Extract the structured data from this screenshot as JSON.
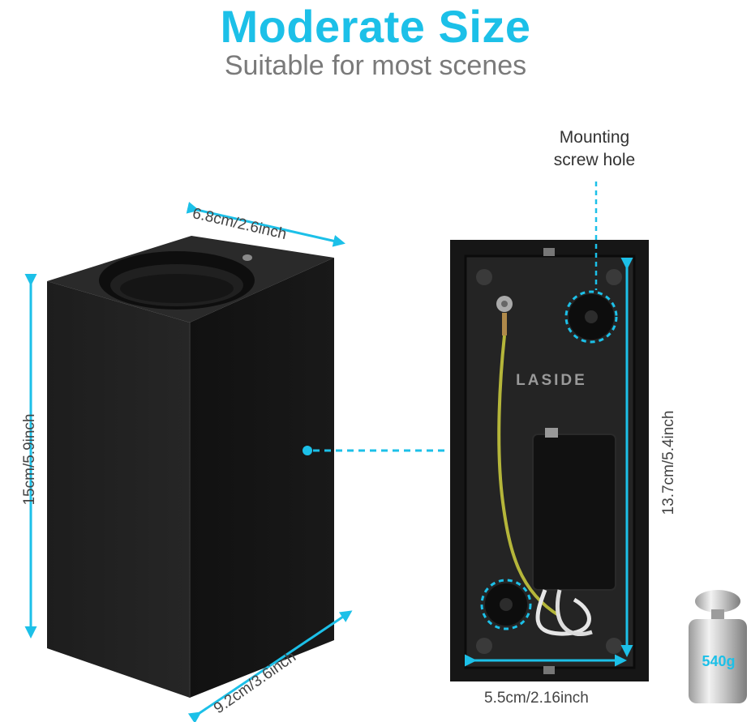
{
  "header": {
    "title": "Moderate Size",
    "subtitle": "Suitable for most scenes"
  },
  "dimensions": {
    "depth": "6.8cm/2.6inch",
    "height": "15cm/5.9inch",
    "width": "9.2cm/3.6inch",
    "inner_height": "13.7cm/5.4inch",
    "inner_width": "5.5cm/2.16inch"
  },
  "callouts": {
    "mounting_line1": "Mounting",
    "mounting_line2": "screw hole"
  },
  "product": {
    "brand": "LASIDE",
    "weight": "540g"
  },
  "colors": {
    "accent": "#1cc0e8",
    "subtitle": "#7a7a7a",
    "housing": "#1c1c1c"
  }
}
